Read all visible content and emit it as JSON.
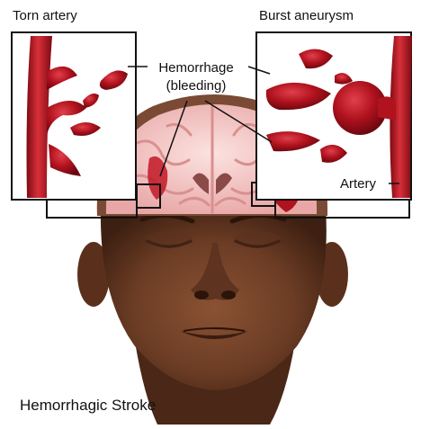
{
  "labels": {
    "torn_artery": "Torn artery",
    "burst_aneurysm": "Burst aneurysm",
    "hemorrhage_line1": "Hemorrhage",
    "hemorrhage_line2": "(bleeding)",
    "artery": "Artery",
    "caption": "Hemorrhagic Stroke"
  },
  "colors": {
    "blood": "#b0121e",
    "blood_dark": "#7e0a12",
    "skin": "#6b3c24",
    "skin_dark": "#3e2012",
    "brain": "#f2c4c4",
    "brain_fold": "#d9908f",
    "frame": "#111111"
  }
}
